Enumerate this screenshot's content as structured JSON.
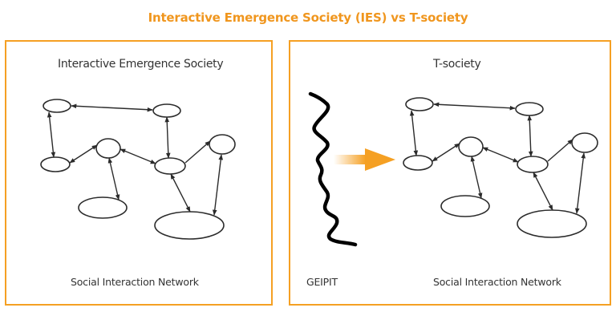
{
  "title": "Interactive Emergence Society (IES) vs T-society",
  "colors": {
    "accent": "#F5A023",
    "title": "#F0961E",
    "stroke": "#2b2b2b"
  },
  "left_panel": {
    "title": "Interactive Emergence Society",
    "caption": "Social Interaction Network"
  },
  "right_panel": {
    "title": "T-society",
    "boundary_label": "GEIPIT",
    "caption": "Social Interaction Network"
  },
  "network": {
    "nodes": [
      "A",
      "B",
      "C",
      "D",
      "E",
      "F",
      "G",
      "H"
    ],
    "edges": [
      {
        "from": "A",
        "to": "B",
        "direction": "both"
      },
      {
        "from": "A",
        "to": "C",
        "direction": "both"
      },
      {
        "from": "B",
        "to": "E",
        "direction": "both"
      },
      {
        "from": "C",
        "to": "D",
        "direction": "both"
      },
      {
        "from": "D",
        "to": "E",
        "direction": "both"
      },
      {
        "from": "E",
        "to": "F",
        "direction": "forward"
      },
      {
        "from": "D",
        "to": "G",
        "direction": "both"
      },
      {
        "from": "E",
        "to": "H",
        "direction": "both"
      },
      {
        "from": "H",
        "to": "F",
        "direction": "both"
      }
    ]
  }
}
